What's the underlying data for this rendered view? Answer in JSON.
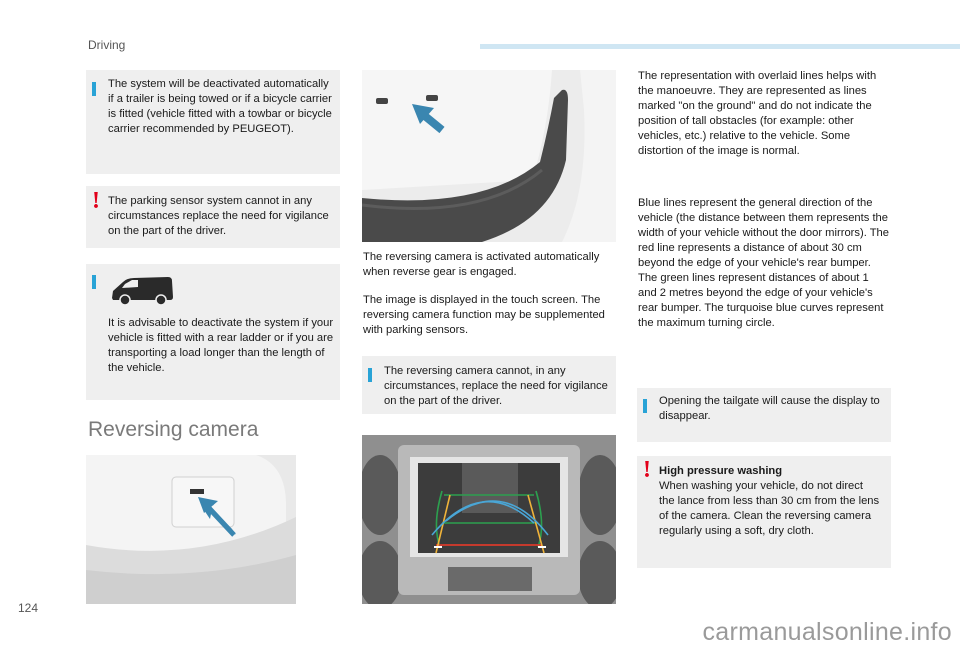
{
  "header": {
    "section": "Driving"
  },
  "footer": {
    "page_number": "124",
    "watermark": "carmanualsonline.info"
  },
  "left": {
    "note_trailer": "The system will be deactivated automatically if a trailer is being towed or if a bicycle carrier is fitted (vehicle fitted with a towbar or bicycle carrier recommended by PEUGEOT).",
    "warn_parking": "The parking sensor system cannot in any circumstances replace the need for vigilance on the part of the driver.",
    "note_ladder": "It is advisable to deactivate the system if your vehicle is fitted with a rear ladder or if you are transporting a load longer than the length of the vehicle.",
    "heading": "Reversing camera"
  },
  "middle": {
    "para1": "The reversing camera is activated automatically when reverse gear is engaged.",
    "para2": "The image is displayed in the touch screen. The reversing camera function may be supplemented with parking sensors.",
    "note_vigilance": "The reversing camera cannot, in any circumstances, replace the need for vigilance on the part of the driver."
  },
  "right": {
    "para1": "The representation with overlaid lines helps with the manoeuvre. They are represented as lines marked \"on the ground\" and do not indicate the position of tall obstacles (for example: other vehicles, etc.) relative to the vehicle. Some distortion of the image is normal.",
    "para2": "Blue lines represent the general direction of the vehicle (the distance between them represents the width of your vehicle without the door mirrors). The red line represents a distance of about 30 cm beyond the edge of your vehicle's rear bumper. The green lines represent distances of about 1 and 2 metres beyond the edge of your vehicle's rear bumper. The turquoise blue curves represent the maximum turning circle.",
    "note_tailgate": "Opening the tailgate will cause the display to disappear.",
    "warn_title": "High pressure washing",
    "warn_body": "When washing your vehicle, do not direct the lance from less than 30 cm from the lens of the camera. Clean the reversing camera regularly using a soft, dry cloth."
  },
  "colors": {
    "info": "#29a3d6",
    "warning": "#e2001a",
    "box": "#efefef",
    "arrow": "#3a86b0"
  }
}
